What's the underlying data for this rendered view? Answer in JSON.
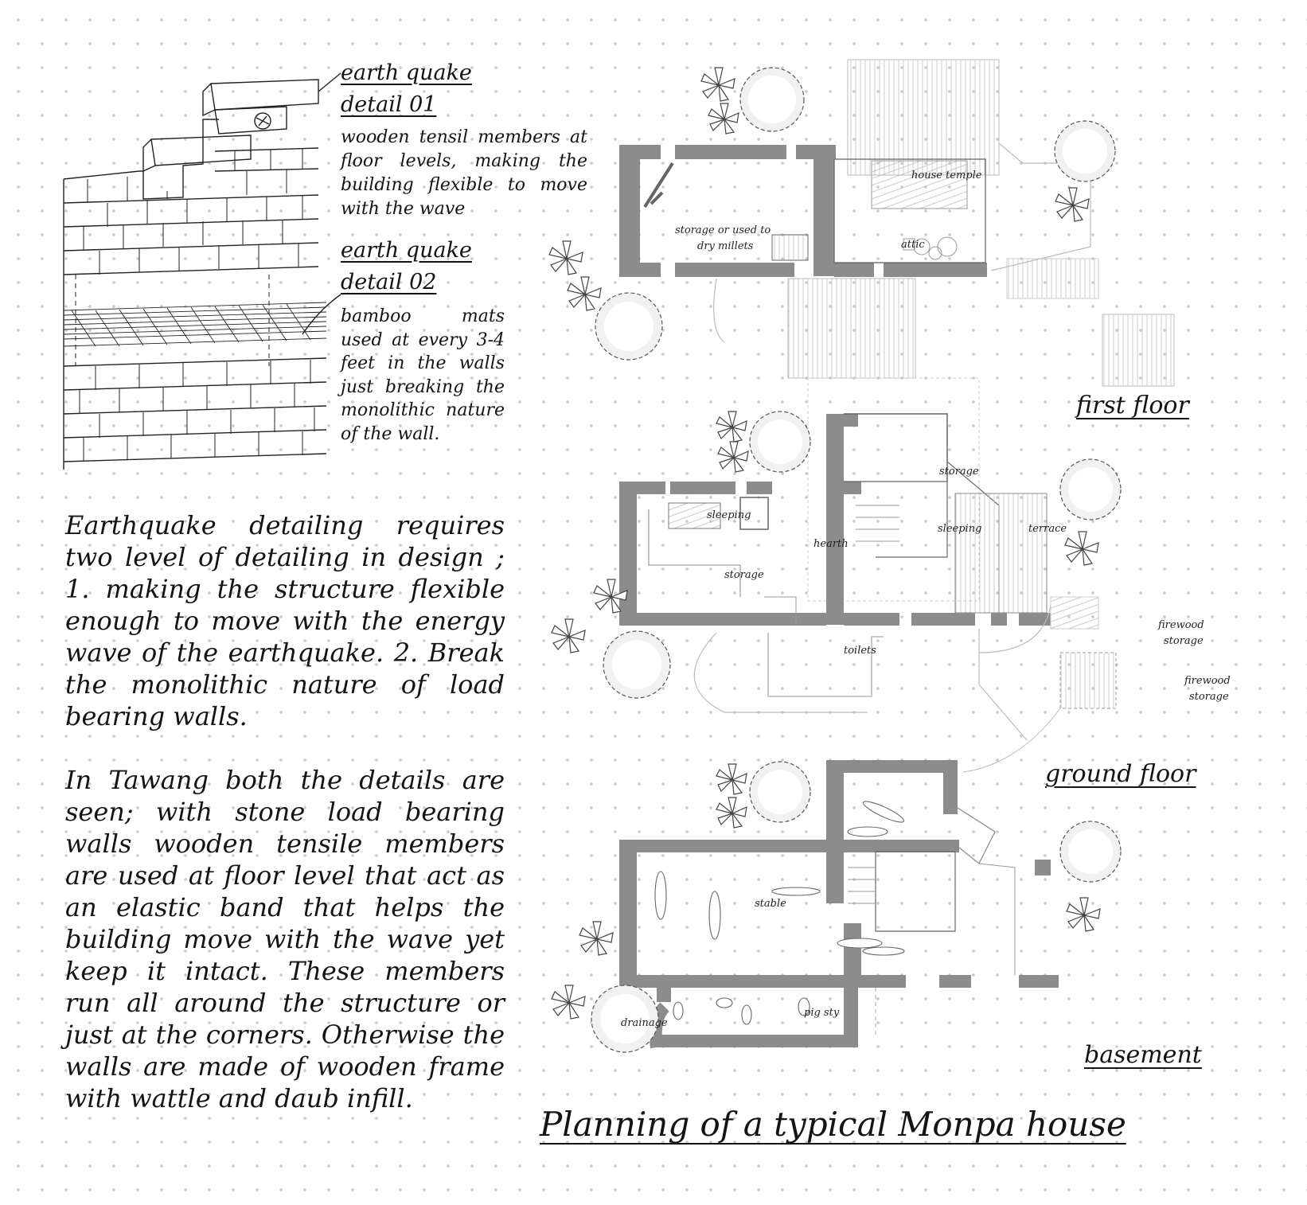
{
  "details": [
    {
      "heading_line1": "earth quake",
      "heading_line2": "detail 01",
      "text": "wooden tensil members at floor levels, making the building flexible to move with the wave"
    },
    {
      "heading_line1": "earth quake",
      "heading_line2": "detail 02",
      "text": "bamboo mats used at every 3-4 feet in the walls just breaking the monolithic nature of the wall."
    }
  ],
  "paragraphs": [
    "Earthquake detailing requires two level of detailing in design ; 1. making the structure flexible enough to move with the energy wave of the earthquake. 2. Break the monolithic nature of load bearing walls.",
    "In Tawang both the details are seen; with stone load bearing walls wooden tensile members are used at floor level that act as an elastic band that helps the building move with the wave yet keep it intact. These members run all around the structure or just at the corners. Otherwise the walls are made of wooden frame with wattle and daub infill."
  ],
  "plans": {
    "first_floor": {
      "label": "first floor",
      "rooms": {
        "storage_line1": "storage or used to",
        "storage_line2": "dry millets",
        "house_temple": "house temple",
        "attic": "attic"
      }
    },
    "ground_floor": {
      "label": "ground floor",
      "rooms": {
        "sleeping_left": "sleeping",
        "hearth": "hearth",
        "storage_bottom": "storage",
        "storage_top": "storage",
        "sleeping_right": "sleeping",
        "terrace": "terrace",
        "toilets": "toilets",
        "firewood1_line1": "firewood",
        "firewood1_line2": "storage",
        "firewood2_line1": "firewood",
        "firewood2_line2": "storage"
      }
    },
    "basement": {
      "label": "basement",
      "rooms": {
        "stable": "stable",
        "pig_sty": "pig sty",
        "drainage": "drainage"
      }
    }
  },
  "title": "Planning of a typical Monpa house",
  "colors": {
    "wall": "#8c8c8c",
    "ink": "#141414",
    "dot": "#c9c9c9"
  }
}
